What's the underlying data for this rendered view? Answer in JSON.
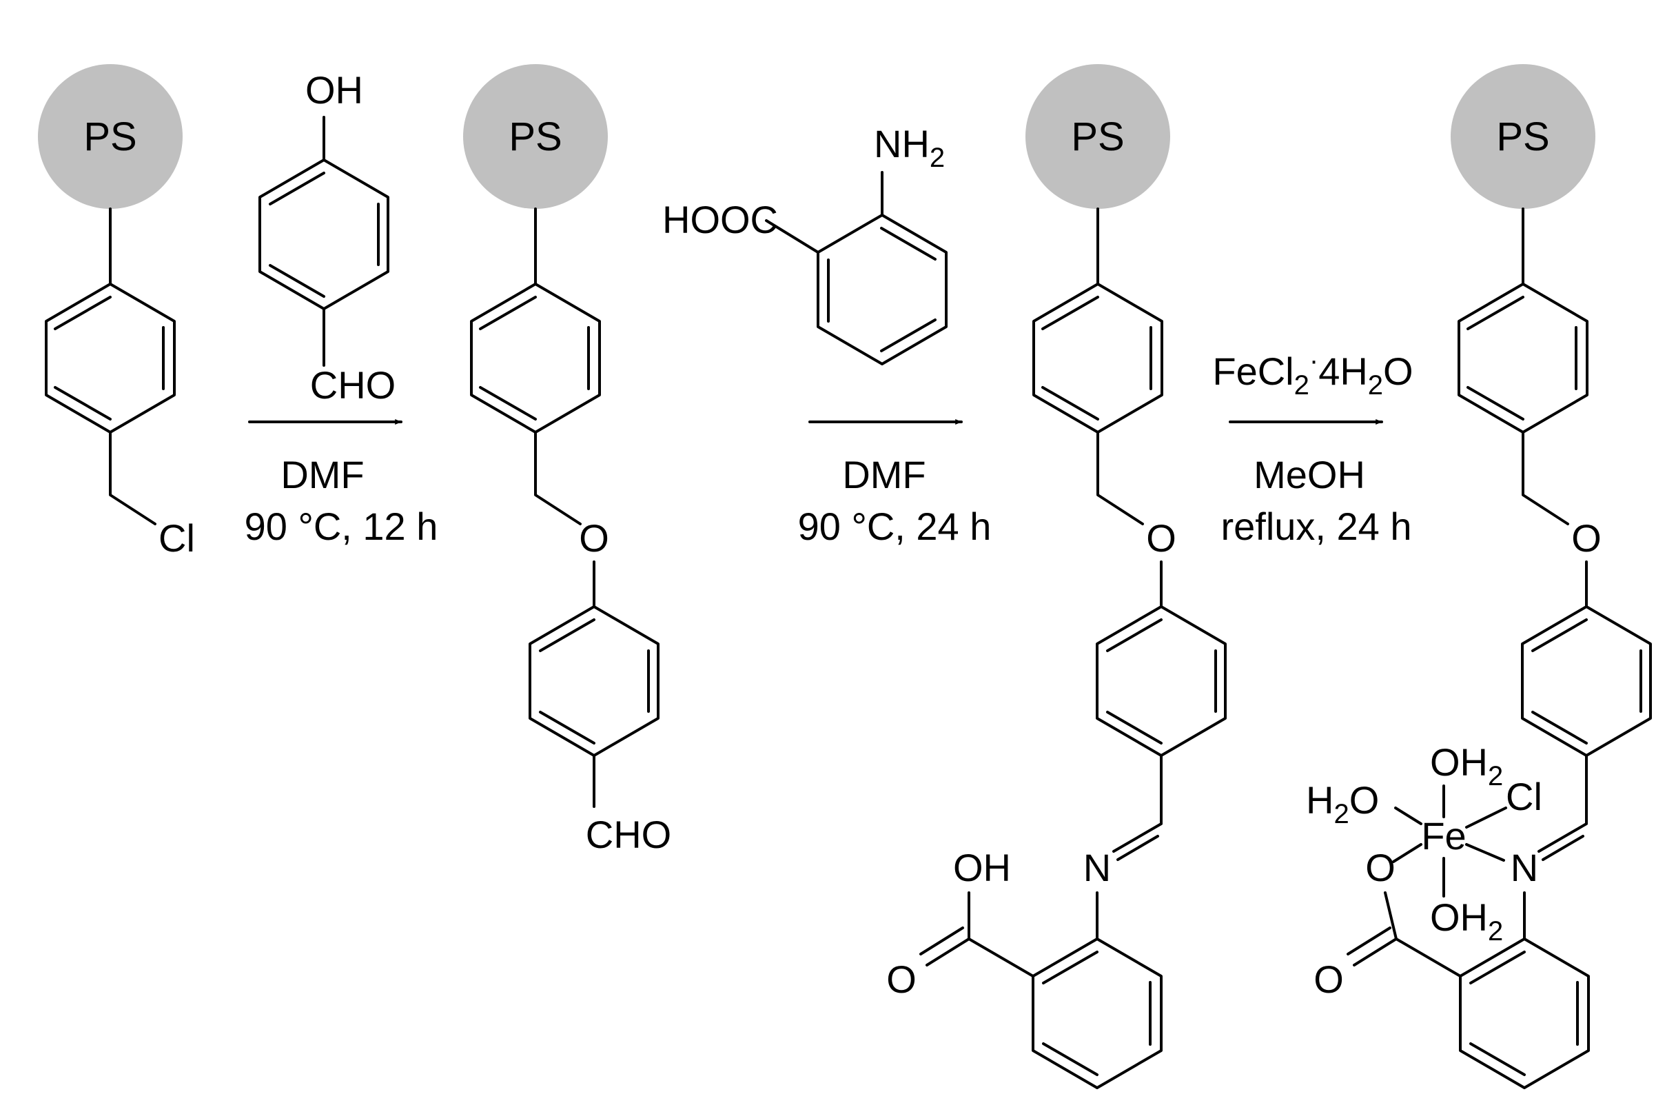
{
  "scheme": {
    "bead_label": "PS",
    "compounds": {
      "start": {
        "leaving_group": "Cl"
      },
      "reagent1": {
        "top_group": "OH",
        "bottom_group": "CHO"
      },
      "intermediate1": {
        "linker_atom": "O",
        "terminal_group": "CHO"
      },
      "reagent2": {
        "amine": "NH",
        "amine_sub": "2",
        "acid": "HOOC"
      },
      "intermediate2": {
        "linker_atom": "O",
        "imine_n": "N",
        "acid_oh": "OH",
        "acid_o": "O"
      },
      "product": {
        "linker_atom": "O",
        "imine_n": "N",
        "metal": "Fe",
        "chloride": "Cl",
        "carboxylate_o": "O",
        "carbonyl_o": "O",
        "water": "OH",
        "water_sub": "2",
        "water_left": "H",
        "water_left_sub": "2",
        "water_left_o": "O"
      }
    },
    "step1": {
      "solvent": "DMF",
      "conditions": "90 °C, 12 h"
    },
    "step2": {
      "solvent": "DMF",
      "conditions": "90 °C, 24 h"
    },
    "step3": {
      "reagent_a": "FeCl",
      "reagent_b": "2",
      "reagent_c": "·",
      "reagent_d": "4H",
      "reagent_e": "2",
      "reagent_f": "O",
      "solvent": "MeOH",
      "conditions": "reflux, 24 h"
    },
    "colors": {
      "bead": "#c0c0c0",
      "line": "#000000"
    }
  }
}
